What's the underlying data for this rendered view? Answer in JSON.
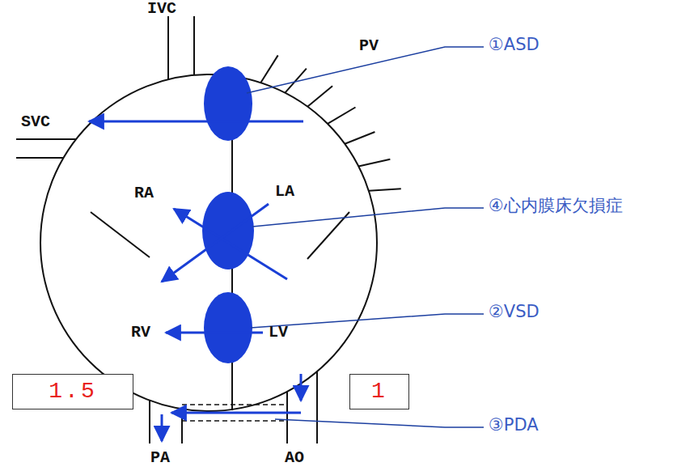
{
  "diagram": {
    "nodes": [
      {
        "text": [
          "1.5"
        ]
      },
      {
        "text": [
          "1"
        ]
      }
    ],
    "labels": [
      "IVC",
      "PV",
      "SVC",
      "RA",
      "LA",
      "RV",
      "LV",
      "PA",
      "AO",
      "①ASD",
      "④心内膜床欠損症",
      "②VSD",
      "③PDA"
    ]
  }
}
